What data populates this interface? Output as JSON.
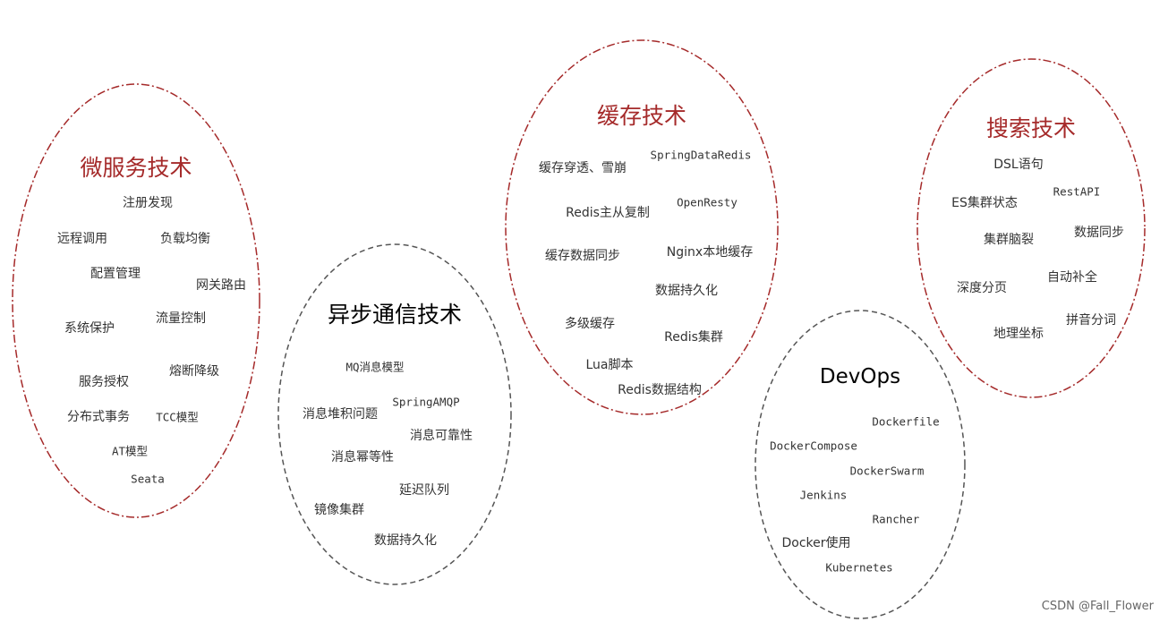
{
  "colors": {
    "title_red": "#a52a2a",
    "title_black": "#000000",
    "outline_red": "#a52a2a",
    "outline_gray": "#555555",
    "text": "#333333"
  },
  "groups": {
    "microservice": {
      "title": "微服务技术",
      "items": [
        "注册发现",
        "远程调用",
        "负载均衡",
        "配置管理",
        "网关路由",
        "系统保护",
        "流量控制",
        "服务授权",
        "熔断降级",
        "分布式事务",
        "TCC模型",
        "AT模型",
        "Seata"
      ]
    },
    "async": {
      "title": "异步通信技术",
      "items": [
        "MQ消息模型",
        "SpringAMQP",
        "消息堆积问题",
        "消息可靠性",
        "消息幂等性",
        "延迟队列",
        "镜像集群",
        "数据持久化"
      ]
    },
    "cache": {
      "title": "缓存技术",
      "items": [
        "SpringDataRedis",
        "缓存穿透、雪崩",
        "OpenResty",
        "Redis主从复制",
        "Nginx本地缓存",
        "缓存数据同步",
        "数据持久化",
        "多级缓存",
        "Redis集群",
        "Lua脚本",
        "Redis数据结构"
      ]
    },
    "search": {
      "title": "搜索技术",
      "items": [
        "DSL语句",
        "RestAPI",
        "ES集群状态",
        "集群脑裂",
        "数据同步",
        "自动补全",
        "深度分页",
        "拼音分词",
        "地理坐标"
      ]
    },
    "devops": {
      "title": "DevOps",
      "items": [
        "Dockerfile",
        "DockerCompose",
        "DockerSwarm",
        "Jenkins",
        "Rancher",
        "Docker使用",
        "Kubernetes"
      ]
    }
  },
  "watermark": "CSDN @Fall_Flower"
}
